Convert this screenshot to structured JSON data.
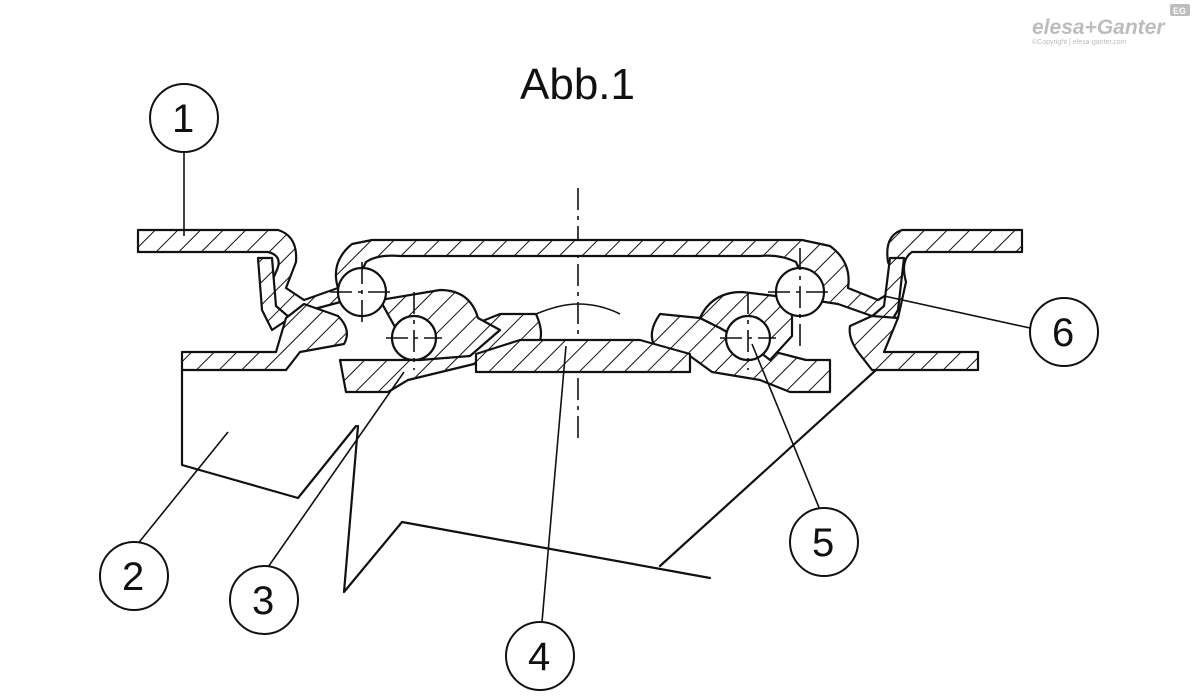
{
  "figure": {
    "title": "Abb.1"
  },
  "logo": {
    "brand": "elesa+Ganter",
    "badge": "EG",
    "copyright": "©Copyright | elesa-ganter.com"
  },
  "callouts": [
    {
      "id": "callout-1",
      "label": "1"
    },
    {
      "id": "callout-2",
      "label": "2"
    },
    {
      "id": "callout-3",
      "label": "3"
    },
    {
      "id": "callout-4",
      "label": "4"
    },
    {
      "id": "callout-5",
      "label": "5"
    },
    {
      "id": "callout-6",
      "label": "6"
    }
  ]
}
